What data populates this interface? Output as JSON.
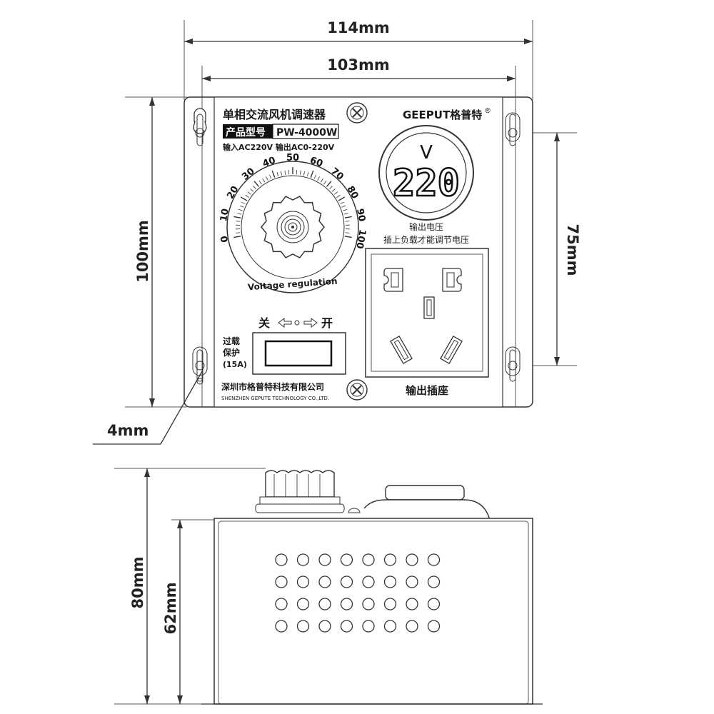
{
  "dimensions": {
    "width_outer": "114mm",
    "width_inner": "103mm",
    "height_front": "100mm",
    "hole_spacing": "75mm",
    "hole_diameter": "4mm",
    "height_side_total": "80mm",
    "height_side_box": "62mm"
  },
  "panel": {
    "title": "单相交流风机调速器",
    "model_label": "产品型号",
    "model_value": "PW-4000W",
    "io_spec": "输入AC220V 输出AC0-220V",
    "brand": "GEEPUT格普特",
    "registered_mark": "®",
    "voltmeter_unit": "V",
    "voltmeter_value": "220",
    "voltmeter_caption_1": "输出电压",
    "voltmeter_caption_2": "插上负载才能调节电压",
    "dial_label": "Voltage regulation",
    "dial_ticks": [
      "0",
      "10",
      "20",
      "30",
      "40",
      "50",
      "60",
      "70",
      "80",
      "90",
      "100"
    ],
    "switch_off": "关",
    "switch_on": "开",
    "overload_1": "过载",
    "overload_2": "保护",
    "overload_3": "(15A)",
    "company_cn": "深圳市格普特科技有限公司",
    "company_en": "SHENZHEN GEPUTE TECHNOLOGY CO.,LTD.",
    "socket_label": "输出插座"
  }
}
